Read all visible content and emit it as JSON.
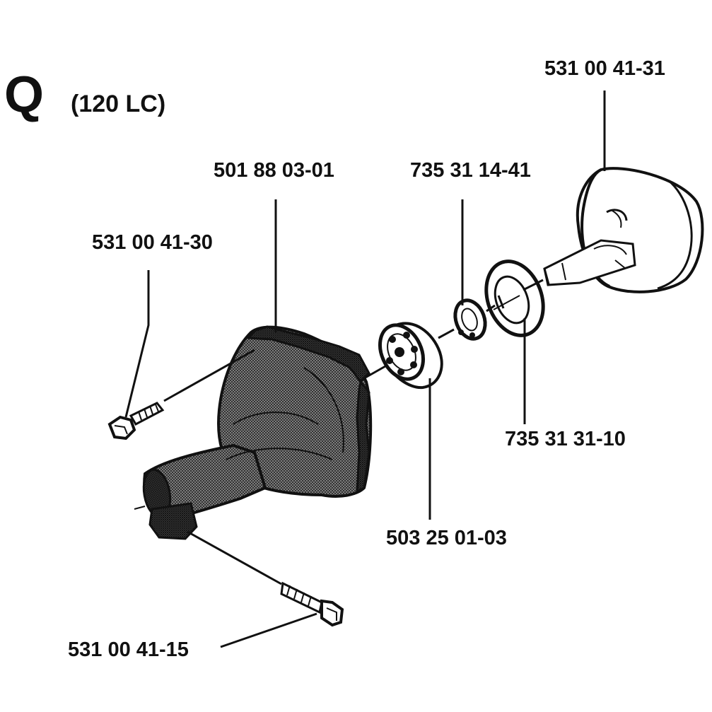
{
  "section": {
    "letter": "Q",
    "model": "(120 LC)"
  },
  "parts": [
    {
      "id": "clutch-drum",
      "number": "531 00 41-31"
    },
    {
      "id": "gear-housing",
      "number": "501 88 03-01"
    },
    {
      "id": "retaining-ring",
      "number": "735 31 14-41"
    },
    {
      "id": "upper-screw",
      "number": "531 00 41-30"
    },
    {
      "id": "washer",
      "number": "735 31 31-10"
    },
    {
      "id": "ball-bearing",
      "number": "503 25 01-03"
    },
    {
      "id": "lower-screw",
      "number": "531 00 41-15"
    }
  ],
  "colors": {
    "ink": "#111111",
    "paper": "#ffffff",
    "shade": "#6b6b6b"
  }
}
